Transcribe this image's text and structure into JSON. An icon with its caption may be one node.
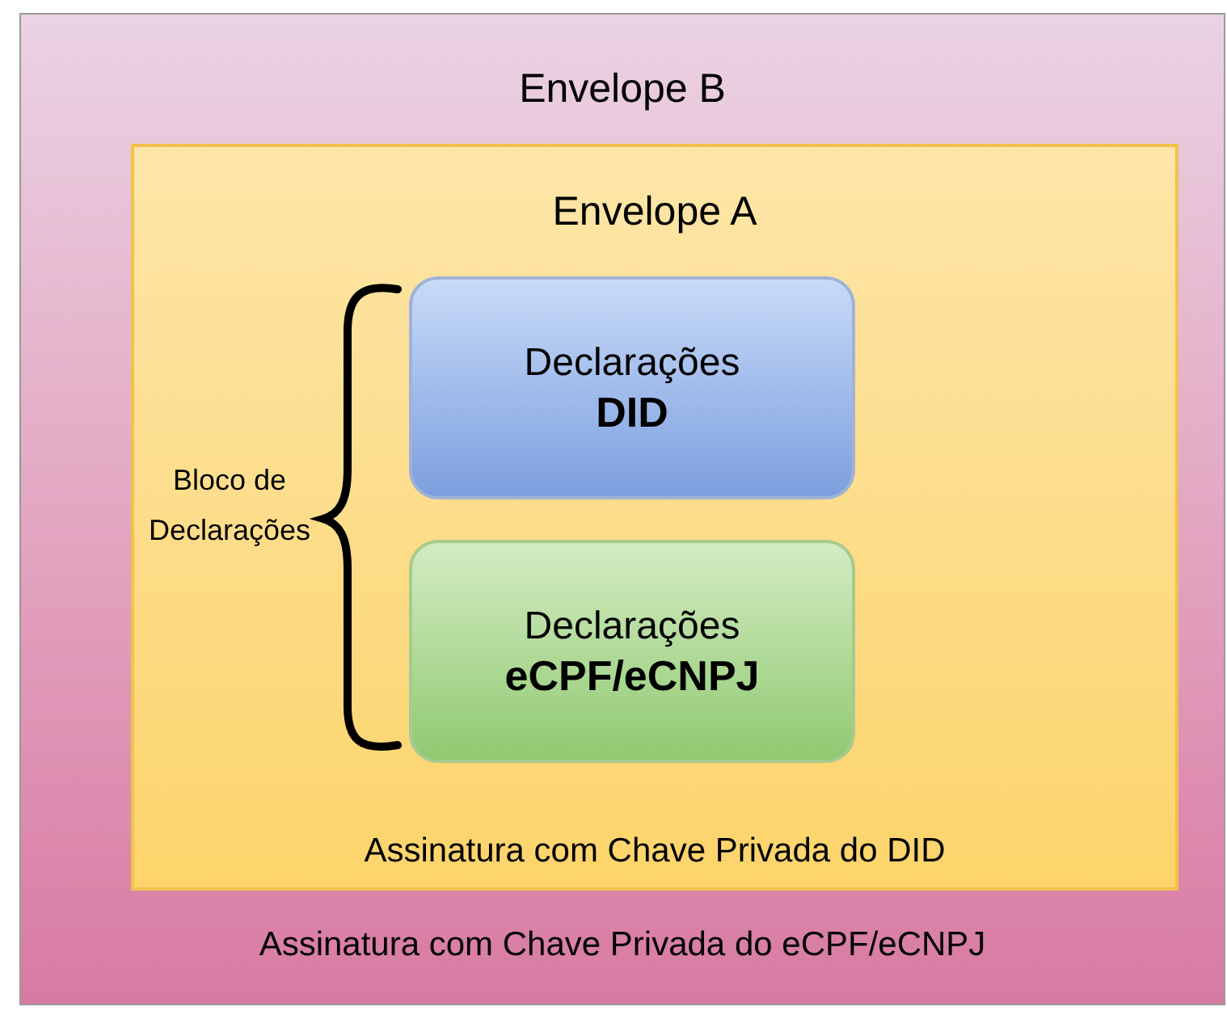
{
  "diagram": {
    "nodes": [
      {
        "text": [
          "Envelope B",
          "Assinatura com Chave Privada do eCPF/eCNPJ"
        ]
      },
      {
        "text": [
          "Envelope A",
          "Assinatura com Chave Privada do DID"
        ],
        "in": 0
      },
      {
        "text": [
          "Declarações **DID**"
        ],
        "in": 1
      },
      {
        "text": [
          "Declarações **eCPF/eCNPJ**"
        ],
        "in": 1
      }
    ],
    "labels": [
      "Bloco de Declarações"
    ]
  }
}
